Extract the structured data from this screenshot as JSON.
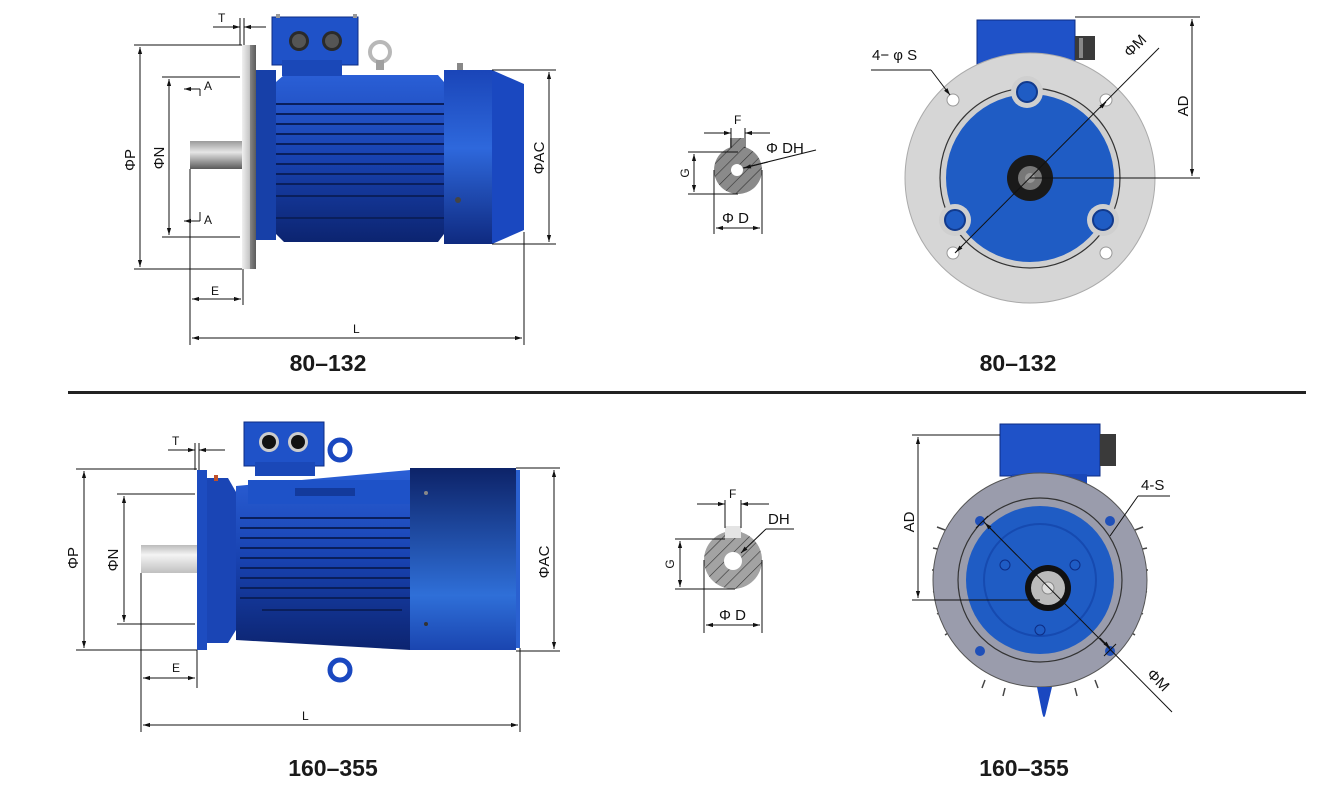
{
  "figure": {
    "type": "motor-dimension-drawing",
    "colors": {
      "motor_blue": "#1e4fc4",
      "motor_blue_dark": "#102a80",
      "motor_blue_light": "#3d7ae0",
      "flange_grey": "#d4d4d4",
      "flange_grey_dark": "#9a9aa8",
      "dim_line": "#111111",
      "divider": "#222222"
    },
    "top_row": {
      "side_view": {
        "caption": "80–132",
        "labels": {
          "T": "T",
          "P": "ΦP",
          "N": "ΦN",
          "A_top": "A",
          "A_bottom": "A",
          "E": "E",
          "L": "L",
          "AC": "ΦAC"
        }
      },
      "shaft_section": {
        "labels": {
          "F": "F",
          "DH": "Φ DH",
          "G": "G",
          "D": "Φ D"
        }
      },
      "end_view": {
        "caption": "80–132",
        "labels": {
          "holes": "4− φ S",
          "M": "ΦM",
          "AD": "AD"
        }
      }
    },
    "bottom_row": {
      "side_view": {
        "caption": "160–355",
        "labels": {
          "T": "T",
          "P": "ΦP",
          "N": "ΦN",
          "E": "E",
          "L": "L",
          "AC": "ΦAC"
        }
      },
      "shaft_section": {
        "labels": {
          "F": "F",
          "DH": "DH",
          "G": "G",
          "D": "Φ D"
        }
      },
      "end_view": {
        "caption": "160–355",
        "labels": {
          "holes": "4-S",
          "M": "ΦM",
          "AD": "AD"
        }
      }
    }
  }
}
